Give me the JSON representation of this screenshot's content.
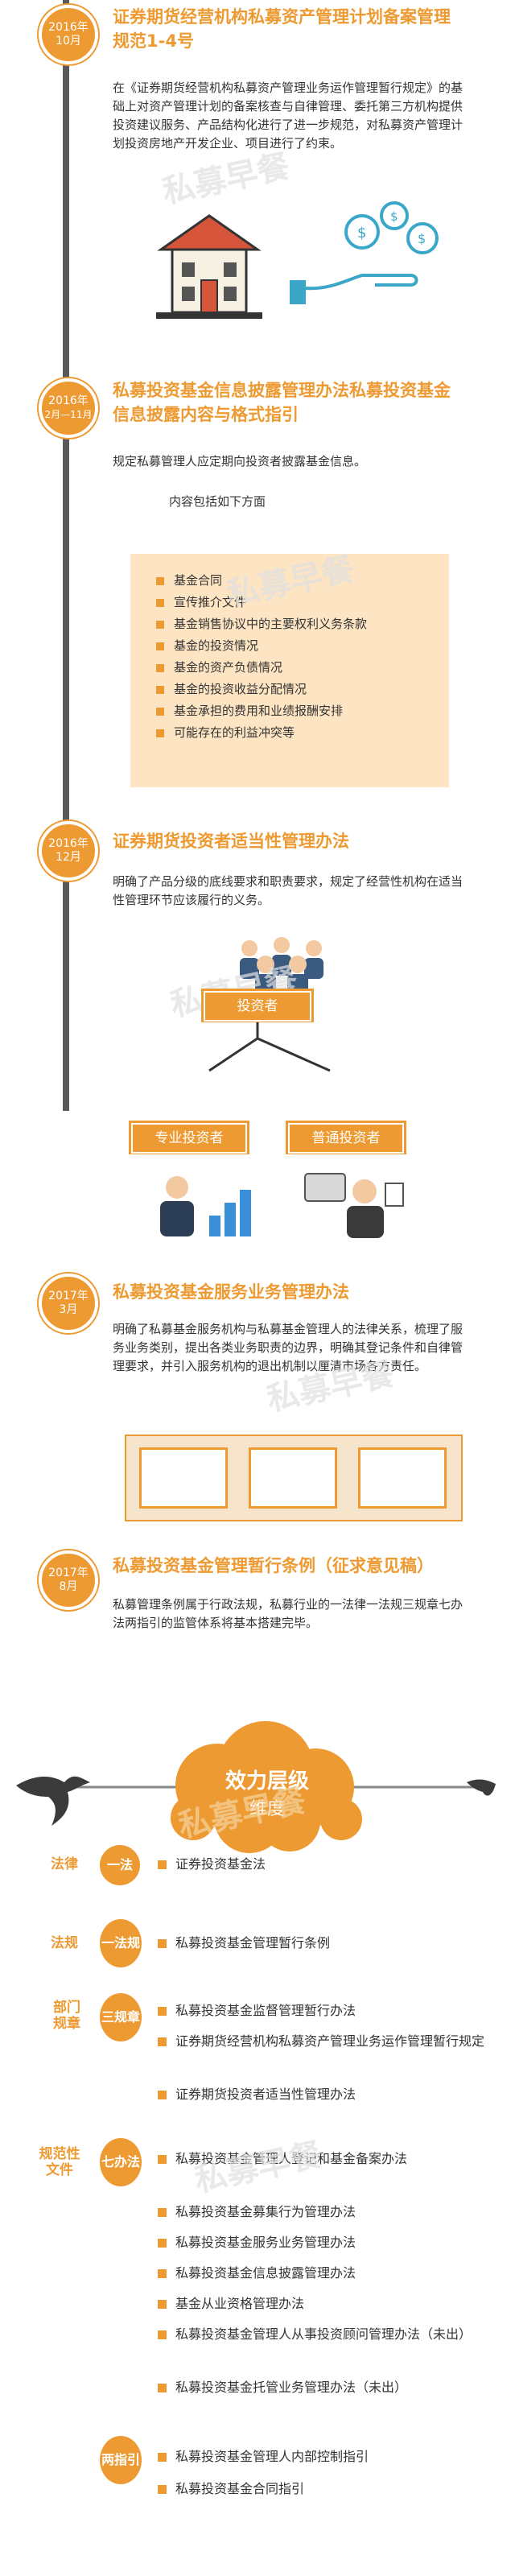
{
  "timeline": [
    {
      "date_line1": "2016年",
      "date_line2": "10月",
      "title": "证券期货经营机构私募资产管理计划备案管理规范1-4号",
      "text": "在《证券期货经营机构私募资产管理业务运作管理暂行规定》的基础上对资产管理计划的备案核查与自律管理、委托第三方机构提供投资建议服务、产品结构化进行了进一步规范，对私募资产管理计划投资房地产开发企业、项目进行了约束。"
    },
    {
      "date_line1": "2016年",
      "date_line2": "2月—11月",
      "title": "私募投资基金信息披露管理办法私募投资基金信息披露内容与格式指引",
      "text": "规定私募管理人应定期向投资者披露基金信息。",
      "subtext": "内容包括如下方面",
      "items": [
        "基金合同",
        "宣传推介文件",
        "基金销售协议中的主要权利义务条款",
        "基金的投资情况",
        "基金的资产负债情况",
        "基金的投资收益分配情况",
        "基金承担的费用和业绩报酬安排",
        "可能存在的利益冲突等"
      ]
    },
    {
      "date_line1": "2016年",
      "date_line2": "12月",
      "title": "证券期货投资者适当性管理办法",
      "text": "明确了产品分级的底线要求和职责要求，规定了经营性机构在适当性管理环节应该履行的义务。",
      "investor_label": "投资者",
      "professional_label": "专业投资者",
      "ordinary_label": "普通投资者"
    },
    {
      "date_line1": "2017年",
      "date_line2": "3月",
      "title": "私募投资基金服务业务管理办法",
      "text": "明确了私募基金服务机构与私募基金管理人的法律关系，梳理了服务业务类别，提出各类业务职责的边界，明确其登记条件和自律管理要求，并引入服务机构的退出机制以厘清市场各方责任。"
    },
    {
      "date_line1": "2017年",
      "date_line2": "8月",
      "title": "私募投资基金管理暂行条例（征求意见稿）",
      "text": "私募管理条例属于行政法规，私募行业的一法律一法规三规章七办法两指引的监管体系将基本搭建完毕。"
    }
  ],
  "watermark": "私募早餐",
  "cloud": {
    "title": "效力层级",
    "subtitle": "维度"
  },
  "hierarchy": [
    {
      "label": "法律",
      "badge": "一法",
      "items": [
        "证券投资基金法"
      ]
    },
    {
      "label": "法规",
      "badge": "一法规",
      "items": [
        "私募投资基金管理暂行条例"
      ]
    },
    {
      "label": "部门规章",
      "badge": "三规章",
      "items": [
        "私募投资基金监督管理暂行办法",
        "证券期货经营机构私募资产管理业务运作管理暂行规定",
        "证券期货投资者适当性管理办法"
      ]
    },
    {
      "label": "规范性文件",
      "badge": "七办法",
      "items": [
        "私募投资基金管理人登记和基金备案办法",
        "私募投资基金募集行为管理办法",
        "私募投资基金服务业务管理办法",
        "私募投资基金信息披露管理办法",
        "基金从业资格管理办法",
        "私募投资基金管理人从事投资顾问管理办法（未出）",
        "私募投资基金托管业务管理办法（未出）"
      ]
    },
    {
      "label": "",
      "badge": "两指引",
      "items": [
        "私募投资基金管理人内部控制指引",
        "私募投资基金合同指引"
      ]
    }
  ],
  "colors": {
    "accent": "#ee9a32",
    "line": "#595959",
    "panel": "#fde4c3"
  }
}
